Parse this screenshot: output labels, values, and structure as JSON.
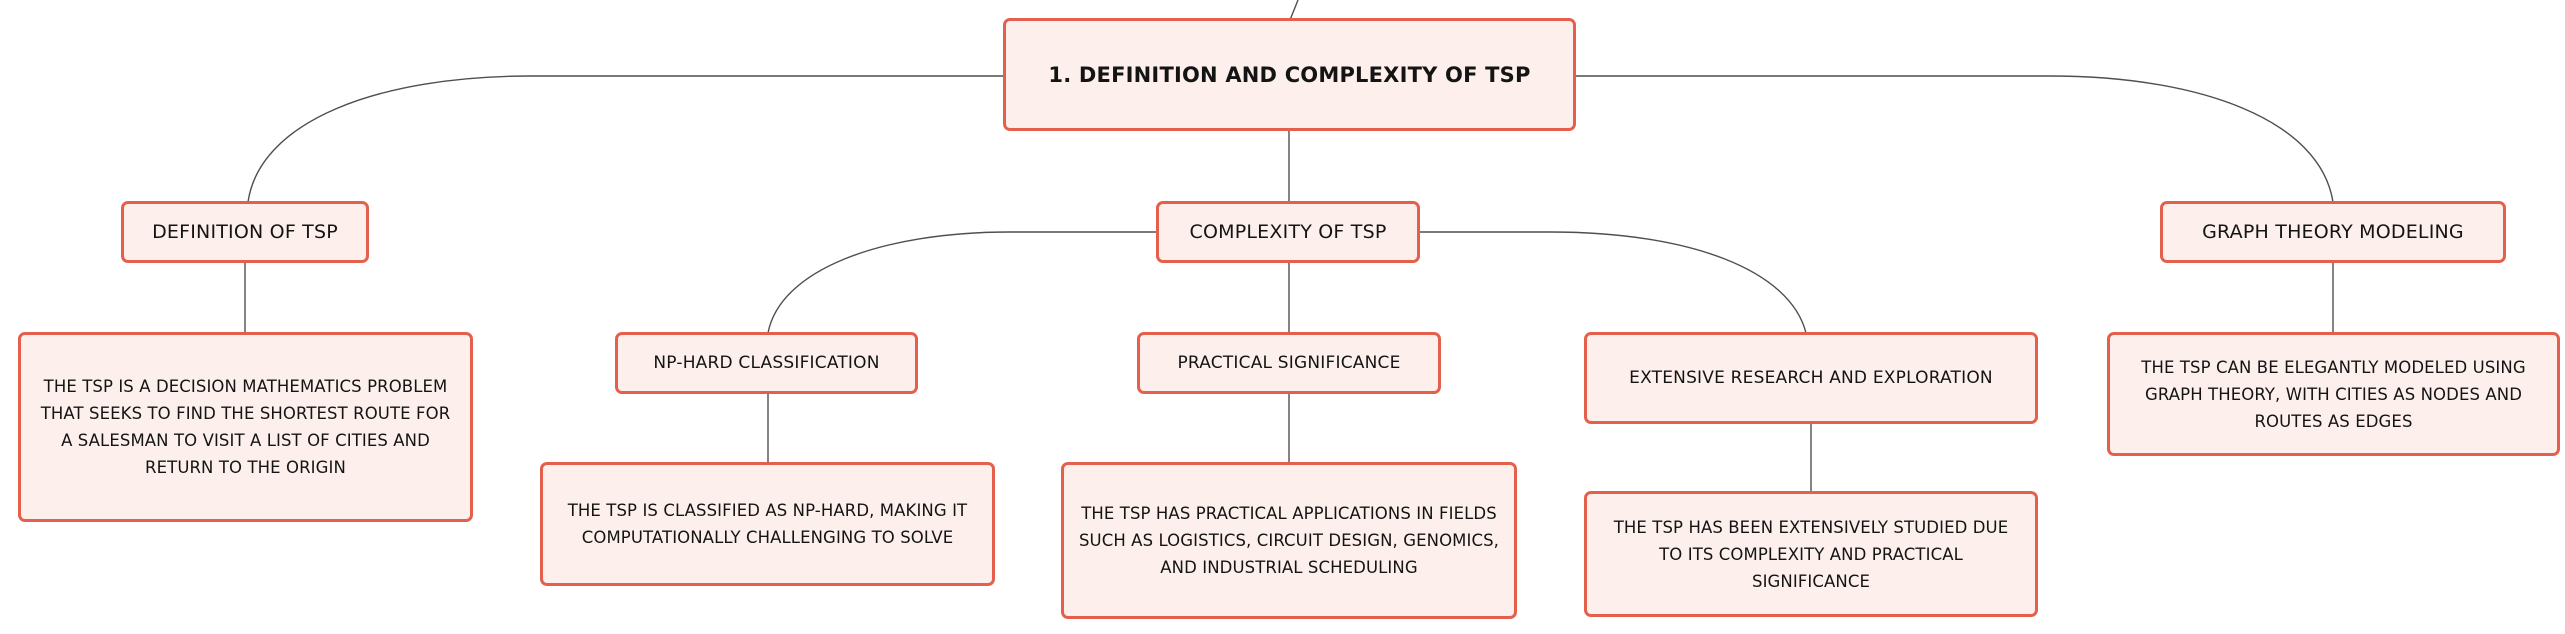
{
  "diagram": {
    "colors": {
      "node_fill": "#fdf0ec",
      "node_border": "#e5604c",
      "connector": "#4f4f4f",
      "text": "#141414"
    },
    "root": {
      "label": "1. DEFINITION AND COMPLEXITY OF TSP"
    },
    "branches": [
      {
        "label": "DEFINITION OF TSP",
        "detail": "THE TSP IS A DECISION MATHEMATICS PROBLEM THAT SEEKS TO FIND THE SHORTEST ROUTE FOR A SALESMAN TO VISIT A LIST OF CITIES AND RETURN TO THE ORIGIN"
      },
      {
        "label": "COMPLEXITY OF TSP",
        "children": [
          {
            "label": "NP-HARD CLASSIFICATION",
            "detail": "THE TSP IS CLASSIFIED AS NP-HARD, MAKING IT COMPUTATIONALLY CHALLENGING TO SOLVE"
          },
          {
            "label": "PRACTICAL SIGNIFICANCE",
            "detail": "THE TSP HAS PRACTICAL APPLICATIONS IN FIELDS SUCH AS LOGISTICS, CIRCUIT DESIGN, GENOMICS, AND INDUSTRIAL SCHEDULING"
          },
          {
            "label": "EXTENSIVE RESEARCH AND EXPLORATION",
            "detail": "THE TSP HAS BEEN EXTENSIVELY STUDIED DUE TO ITS COMPLEXITY AND PRACTICAL SIGNIFICANCE"
          }
        ]
      },
      {
        "label": "GRAPH THEORY MODELING",
        "detail": "THE TSP CAN BE ELEGANTLY MODELED USING GRAPH THEORY, WITH CITIES AS NODES AND ROUTES AS EDGES"
      }
    ]
  }
}
